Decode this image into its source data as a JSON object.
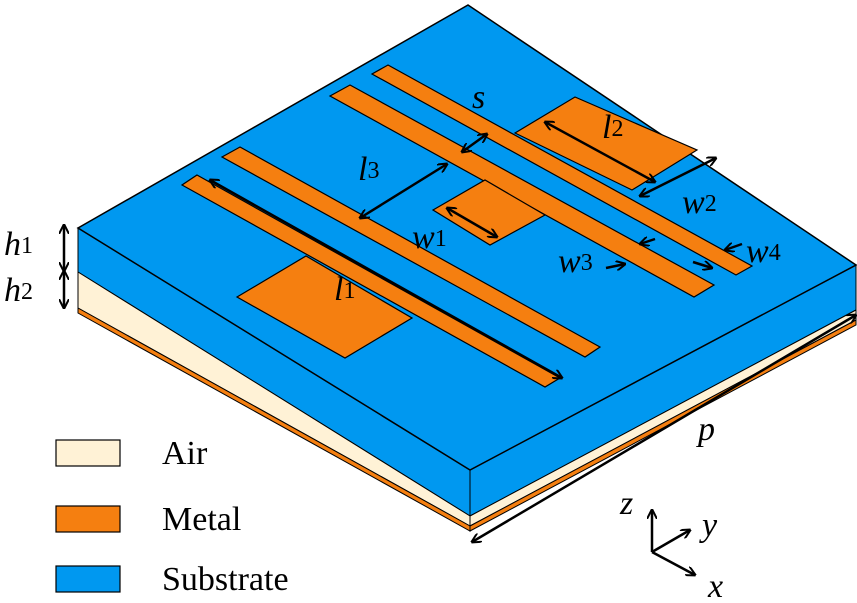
{
  "colors": {
    "air": "#FFF2D6",
    "metal": "#F57F10",
    "substrate": "#0098F0",
    "outline": "#000000"
  },
  "labels": {
    "h1": {
      "base": "h",
      "sub": "1"
    },
    "h2": {
      "base": "h",
      "sub": "2"
    },
    "s": {
      "base": "s",
      "sub": ""
    },
    "l1": {
      "base": "l",
      "sub": "1"
    },
    "l2": {
      "base": "l",
      "sub": "2"
    },
    "l3": {
      "base": "l",
      "sub": "3"
    },
    "w1": {
      "base": "w",
      "sub": "1"
    },
    "w2": {
      "base": "w",
      "sub": "2"
    },
    "w3": {
      "base": "w",
      "sub": "3"
    },
    "w4": {
      "base": "w",
      "sub": "4"
    },
    "p": {
      "base": "p",
      "sub": ""
    }
  },
  "axes": {
    "z": "z",
    "y": "y",
    "x": "x"
  },
  "legend": [
    {
      "label": "Air",
      "color_key": "air"
    },
    {
      "label": "Metal",
      "color_key": "metal"
    },
    {
      "label": "Substrate",
      "color_key": "substrate"
    }
  ]
}
